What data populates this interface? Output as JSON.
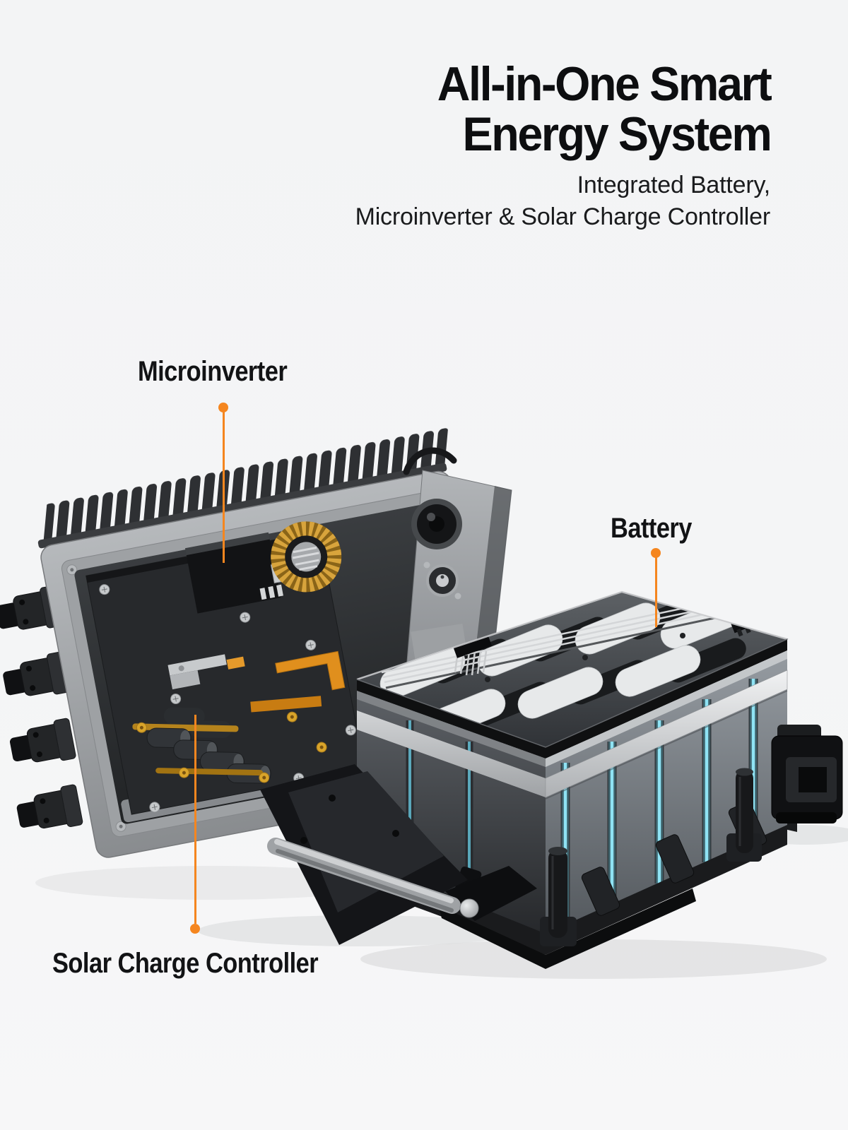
{
  "header": {
    "title_line1": "All-in-One Smart",
    "title_line2": "Energy System",
    "subtitle_line1": "Integrated Battery,",
    "subtitle_line2": "Microinverter & Solar Charge Controller"
  },
  "callouts": {
    "microinverter": "Microinverter",
    "battery": "Battery",
    "solar_charge_controller": "Solar Charge Controller"
  },
  "colors": {
    "accent_orange": "#F5861F",
    "glow_cyan": "#7FD9EC",
    "copper_orange": "#E08F1D",
    "gold_winding": "#D8A43C",
    "background": "#F4F5F6",
    "heading_text": "#0D0E10",
    "body_text": "#1A1B1D",
    "enclosure_gray": "#9EA1A4",
    "pcb_dark": "#27292C"
  },
  "illustration": {
    "parts": [
      "heatsink-fins",
      "inverter-enclosure",
      "cable-glands",
      "circuit-board",
      "transformer-block",
      "toroidal-inductor",
      "copper-busbars",
      "capacitor-bank",
      "side-panel-ports",
      "battery-pack",
      "battery-top-plate",
      "cell-glow-lines",
      "battery-strap",
      "mounting-base",
      "mounting-rod",
      "corner-bracket"
    ]
  }
}
